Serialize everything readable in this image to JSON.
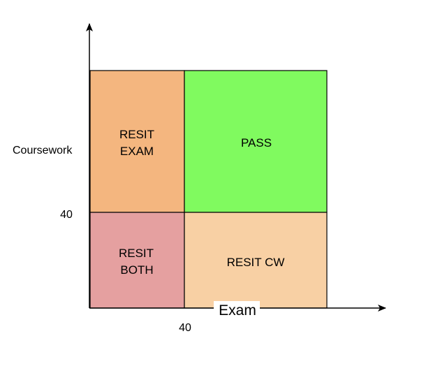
{
  "axes": {
    "x_label": "Exam",
    "y_label": "Coursework",
    "x_threshold": "40",
    "y_threshold": "40"
  },
  "regions": {
    "resit_exam": {
      "line1": "RESIT",
      "line2": "EXAM",
      "color": "#f4b67f"
    },
    "pass": {
      "label": "PASS",
      "color": "#80fa5f"
    },
    "resit_both": {
      "line1": "RESIT",
      "line2": "BOTH",
      "color": "#e5a0a0"
    },
    "resit_cw": {
      "label": "RESIT CW",
      "color": "#f8d0a4"
    }
  },
  "colors": {
    "border": "#000000",
    "axis": "#000000"
  }
}
